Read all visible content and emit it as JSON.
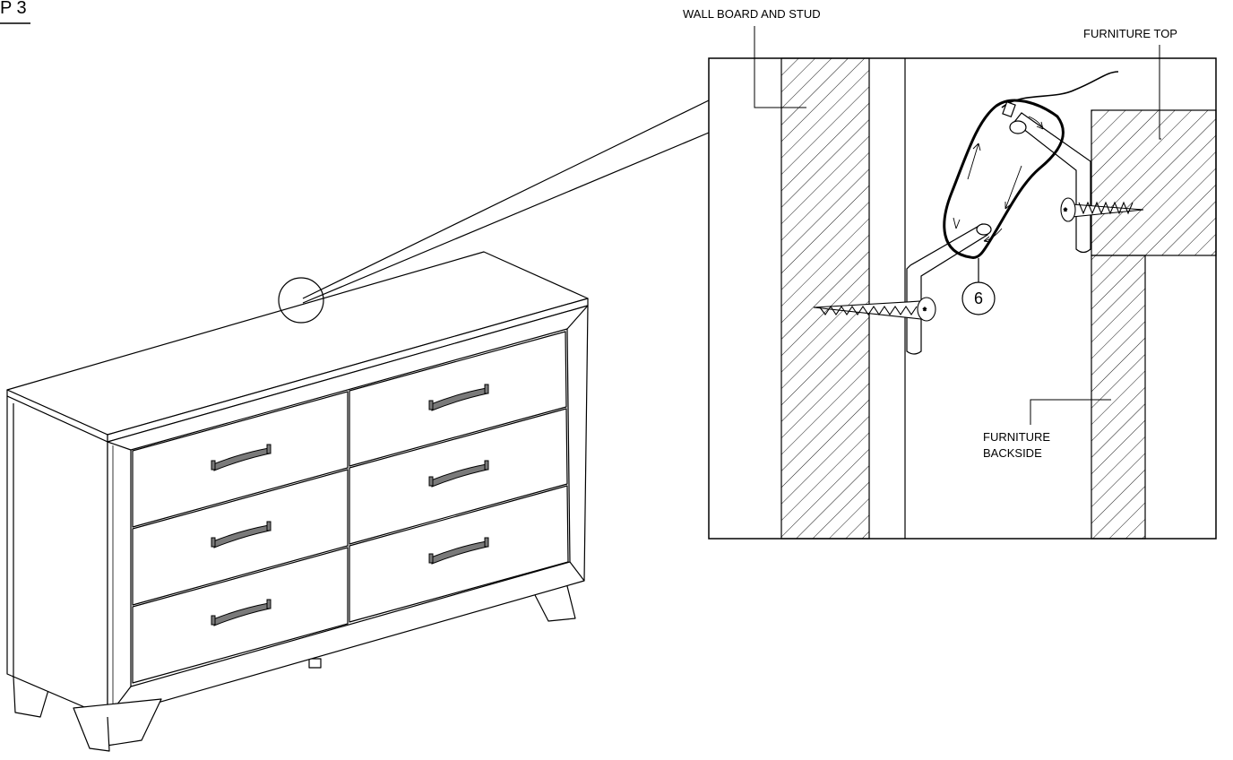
{
  "step": {
    "text": "P 3"
  },
  "detail": {
    "labels": {
      "wall_board_and_stud": "WALL BOARD AND STUD",
      "furniture_top": "FURNITURE TOP",
      "furniture_backside_line1": "FURNITURE",
      "furniture_backside_line2": "BACKSIDE"
    },
    "part_callout": "6"
  },
  "colors": {
    "ink": "#000000",
    "paper": "#ffffff",
    "handle": "#7a7a7a"
  }
}
